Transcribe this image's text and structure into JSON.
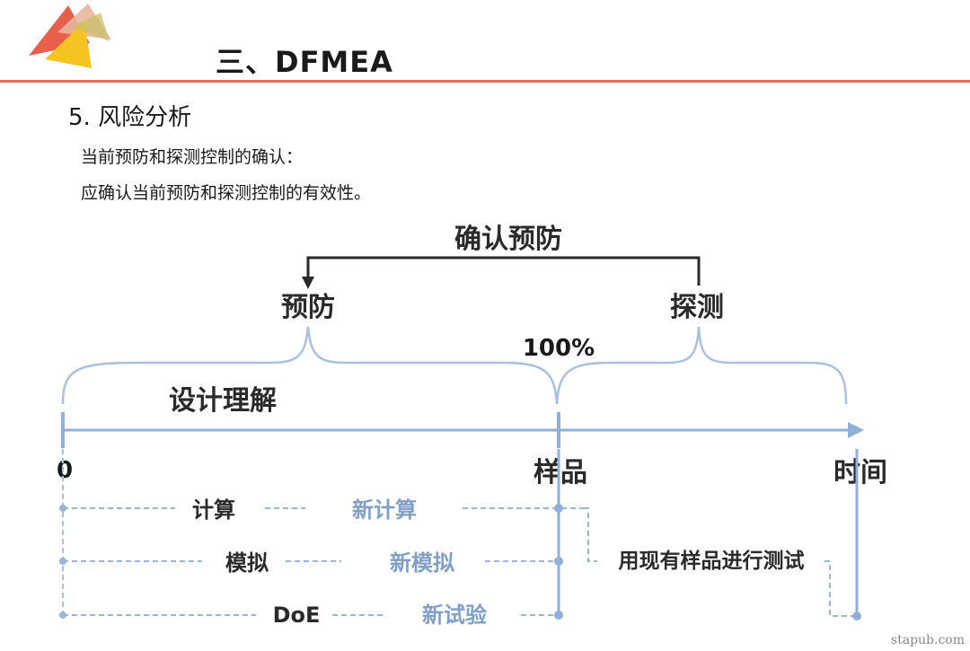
{
  "header": {
    "title": "三、DFMEA"
  },
  "section": {
    "heading": "5. 风险分析",
    "line1": "当前预防和探测控制的确认：",
    "line2": "应确认当前预防和探测控制的有效性。"
  },
  "diagram": {
    "top_label": "确认预防",
    "prevention": "预防",
    "detection": "探测",
    "hundred": "100%",
    "design_understanding": "设计理解",
    "axis_zero": "0",
    "axis_sample": "样品",
    "axis_time": "时间",
    "rows": [
      {
        "left": "计算",
        "right": "新计算"
      },
      {
        "left": "模拟",
        "right": "新模拟"
      },
      {
        "left": "DoE",
        "right": "新试验"
      }
    ],
    "sample_test": "用现有样品进行测试",
    "colors": {
      "axis": "#8fb0d8",
      "brace": "#a9c0de",
      "dashed": "#9ab3d6",
      "accent_line": "#e07060"
    }
  },
  "watermark": "stapub.com"
}
